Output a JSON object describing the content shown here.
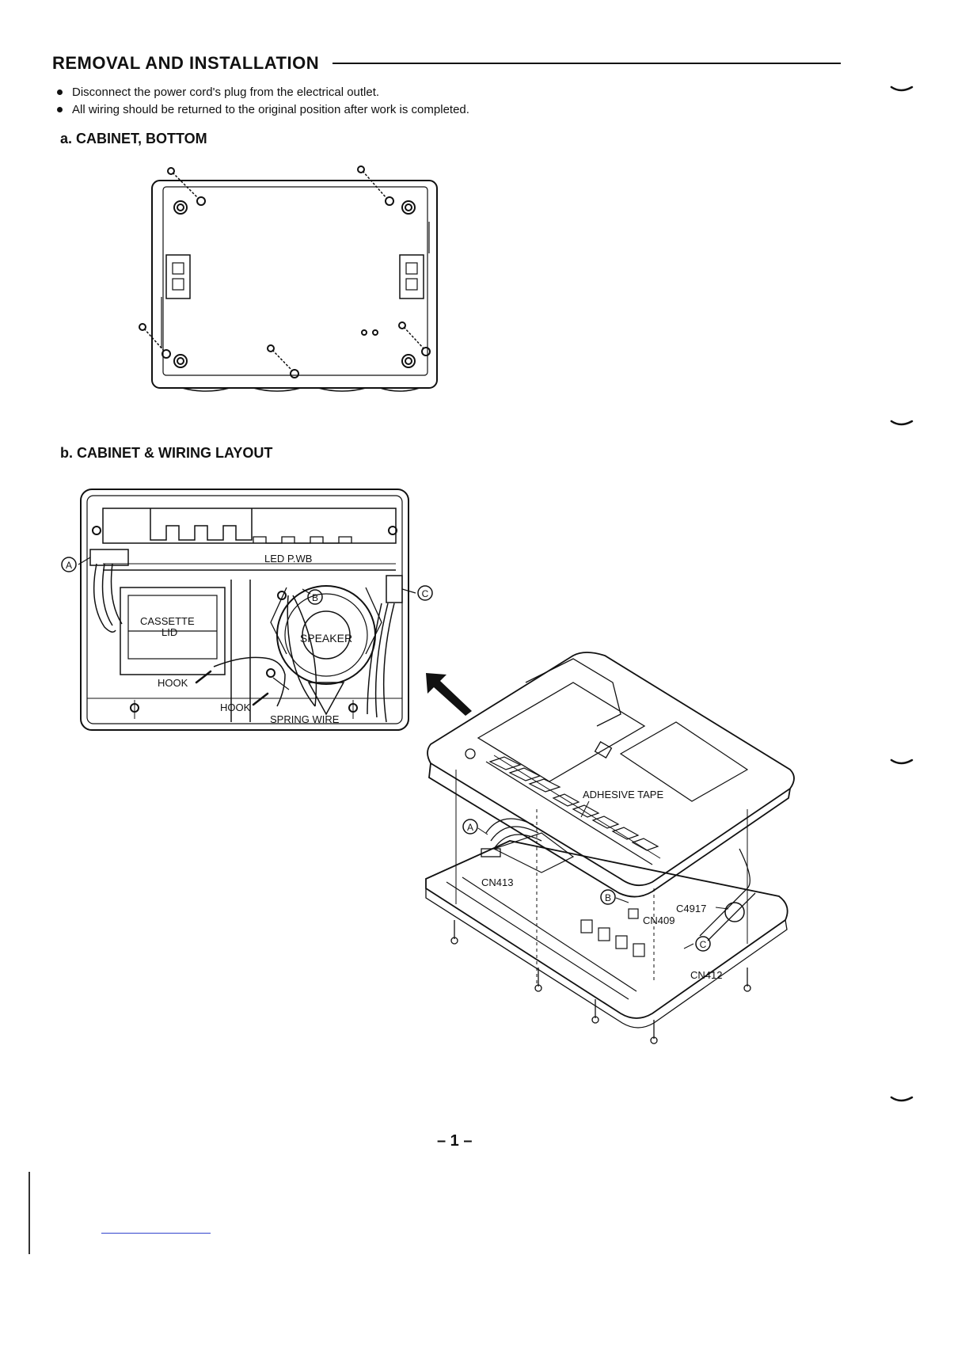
{
  "header": {
    "title": "REMOVAL AND INSTALLATION"
  },
  "instructions": [
    "Disconnect the power cord's plug from the electrical outlet.",
    "All wiring should be returned to the original position after work is completed."
  ],
  "section_a": {
    "title": "a. CABINET, BOTTOM"
  },
  "section_b": {
    "title": "b. CABINET & WIRING LAYOUT",
    "labels": {
      "led_pwb": "LED P.WB",
      "cassette_lid_1": "CASSETTE",
      "cassette_lid_2": "LID",
      "speaker": "SPEAKER",
      "hook_1": "HOOK",
      "hook_2": "HOOK",
      "spring_wire": "SPRING WIRE",
      "marker_a": "A",
      "marker_b": "B",
      "marker_c": "C"
    }
  },
  "exploded": {
    "labels": {
      "adhesive_tape": "ADHESIVE TAPE",
      "cn413": "CN413",
      "cn409": "CN409",
      "cn412": "CN412",
      "c4917": "C4917",
      "marker_a": "A",
      "marker_b": "B",
      "marker_c": "C"
    }
  },
  "footer": {
    "page_number": "– 1 –"
  }
}
